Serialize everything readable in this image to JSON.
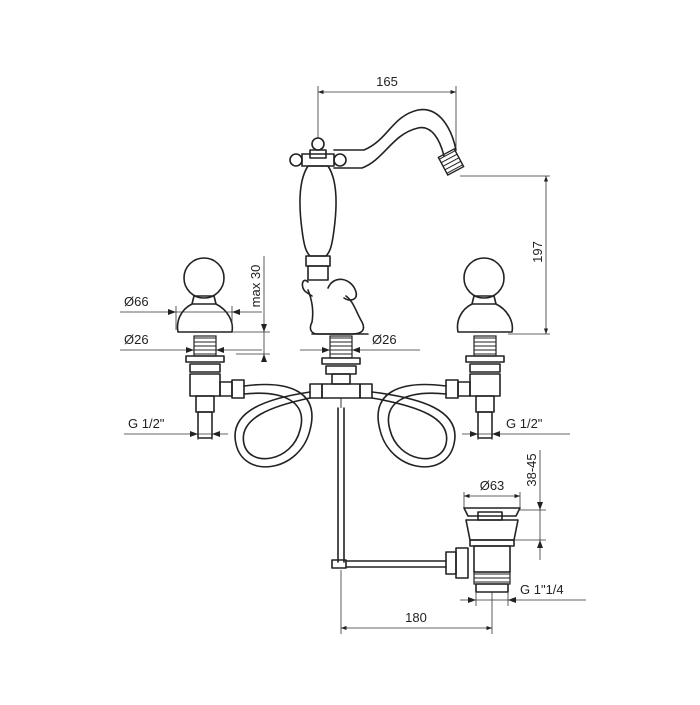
{
  "dimensions": {
    "spout_reach": "165",
    "spout_height": "197",
    "handle_diameter": "Ø66",
    "handle_clearance": "max 30",
    "left_shank_diameter": "Ø26",
    "center_shank_diameter": "Ø26",
    "left_connection": "G 1/2\"",
    "right_connection": "G 1/2\"",
    "drain_cap_diameter": "Ø63",
    "drain_height_range": "38-45",
    "drain_connection": "G 1\"1/4",
    "drain_offset": "180"
  }
}
